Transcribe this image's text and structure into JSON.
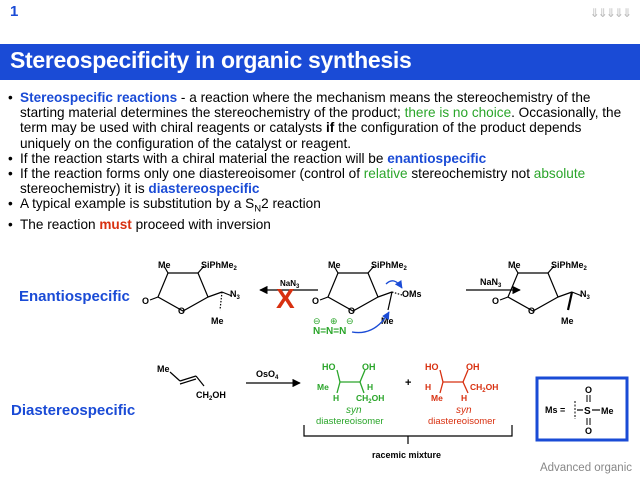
{
  "header": {
    "slide_number": "1",
    "title": "Stereospecificity in organic synthesis"
  },
  "bullets": {
    "b1": {
      "term": "Stereospecific reactions",
      "text1": " - a reaction where the mechanism means the stereochemistry of the starting material  determines the stereochemistry of the product; ",
      "green": "there is no choice",
      "text2": ".  Occasionally, the term may be used with chiral reagents or catalysts ",
      "bold": "if",
      "text3": " the configuration of the product depends uniquely on the configuration of the catalyst or reagent."
    },
    "b2": {
      "text": "If the reaction starts with a chiral material the reaction will be ",
      "term": "enantiospecific"
    },
    "b3": {
      "text1": "If the reaction forms only one diastereoisomer (control of ",
      "green1": "relative",
      "text2": " stereochemistry not ",
      "green2": "absolute",
      "text3": " stereochemistry) it is ",
      "term": "diastereospecific"
    },
    "b4": {
      "text": "A typical example is substitution by a S",
      "sub": "N",
      "text2": "2 reaction"
    },
    "b5": {
      "text1": "The reaction ",
      "red": "must",
      "text2": " proceed with inversion"
    }
  },
  "labels": {
    "enantiospecific": "Enantiospecific",
    "diastereospecific": "Diastereospecific"
  },
  "diagram": {
    "me": "Me",
    "sipme2": "SiPhMe",
    "sub2": "2",
    "n3": "N",
    "sub3": "3",
    "o": "O",
    "oms": "OMs",
    "nan3": "NaN",
    "n3_struck": "NaN",
    "azide": "N=N=N",
    "neg": "⊖",
    "pos": "⊕",
    "oso4": "OsO",
    "sub4": "4",
    "ch2oh": "CH",
    "oh_tail": "OH",
    "ho": "HO",
    "oh": "OH",
    "h": "H",
    "plus": "+",
    "syn": "syn",
    "diastereoisomer": "diastereoisomer",
    "racemic": "racemic mixture",
    "ms_eq": "Ms =",
    "s": "S"
  },
  "footer": {
    "text": "Advanced organic"
  },
  "colors": {
    "accent_blue": "#1a4bd6",
    "green": "#2aa52a",
    "red": "#d83010"
  }
}
